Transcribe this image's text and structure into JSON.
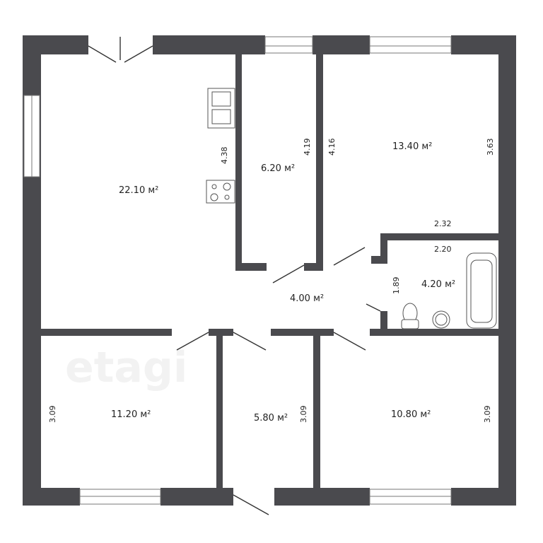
{
  "watermark": "etagi",
  "rooms": [
    {
      "name": "kitchen-living",
      "area": "22.10 м²"
    },
    {
      "name": "pantry",
      "area": "6.20 м²"
    },
    {
      "name": "bedroom-top-right",
      "area": "13.40 м²"
    },
    {
      "name": "hallway",
      "area": "4.00 м²"
    },
    {
      "name": "bathroom",
      "area": "4.20 м²"
    },
    {
      "name": "bedroom-bottom-left",
      "area": "11.20 м²"
    },
    {
      "name": "corridor-bottom",
      "area": "5.80 м²"
    },
    {
      "name": "bedroom-bottom-right",
      "area": "10.80 м²"
    }
  ],
  "dimensions": [
    "4.38",
    "4.19",
    "4.16",
    "3.63",
    "2.32",
    "2.20",
    "1.89",
    "3.09",
    "3.09",
    "3.09"
  ]
}
